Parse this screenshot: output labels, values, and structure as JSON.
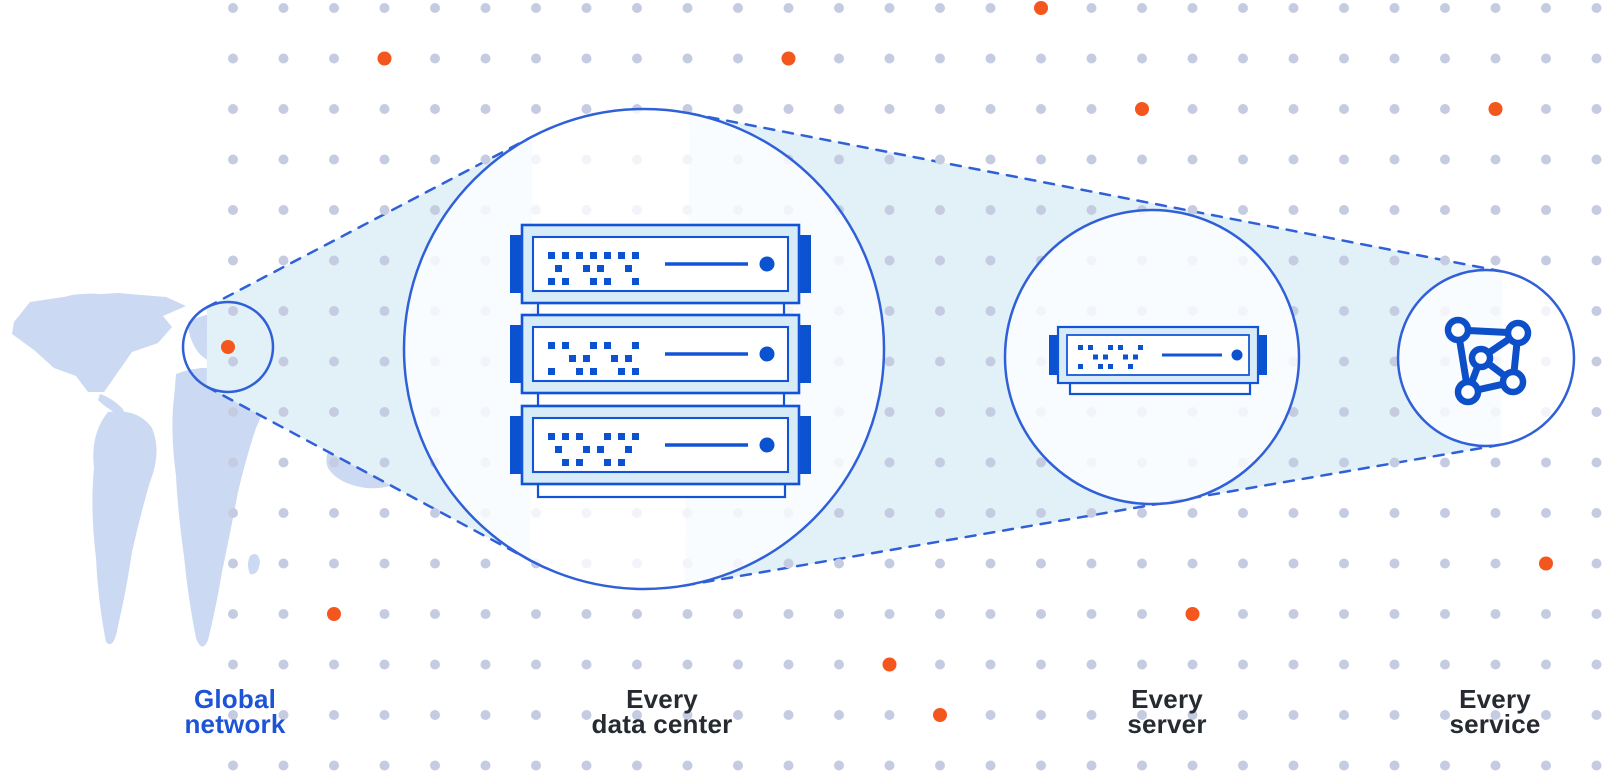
{
  "stages": [
    {
      "id": "global-network",
      "line1": "Global",
      "line2": "network"
    },
    {
      "id": "every-data-center",
      "line1": "Every",
      "line2": "data center"
    },
    {
      "id": "every-server",
      "line1": "Every",
      "line2": "server"
    },
    {
      "id": "every-service",
      "line1": "Every",
      "line2": "service"
    }
  ],
  "icons": {
    "map": "world-map",
    "marker": "location-dot",
    "datacenter": "server-rack-stack-icon",
    "server": "server-unit-icon",
    "service": "network-mesh-icon"
  },
  "colors": {
    "stroke_blue": "#3060d8",
    "server_stroke": "#1254d8",
    "solid_blue": "#0a52d0",
    "icon_blue": "#0d4fc8",
    "panel_cyan": "#d8ecf7",
    "beam_cyan": "#e2f1f8",
    "map_blue": "#cbd9f2",
    "dot_gray": "#c5cce2",
    "dot_orange": "#f4571d",
    "label_dark": "#262b31",
    "label_blue": "#1d53d6",
    "background": "#ffffff"
  }
}
